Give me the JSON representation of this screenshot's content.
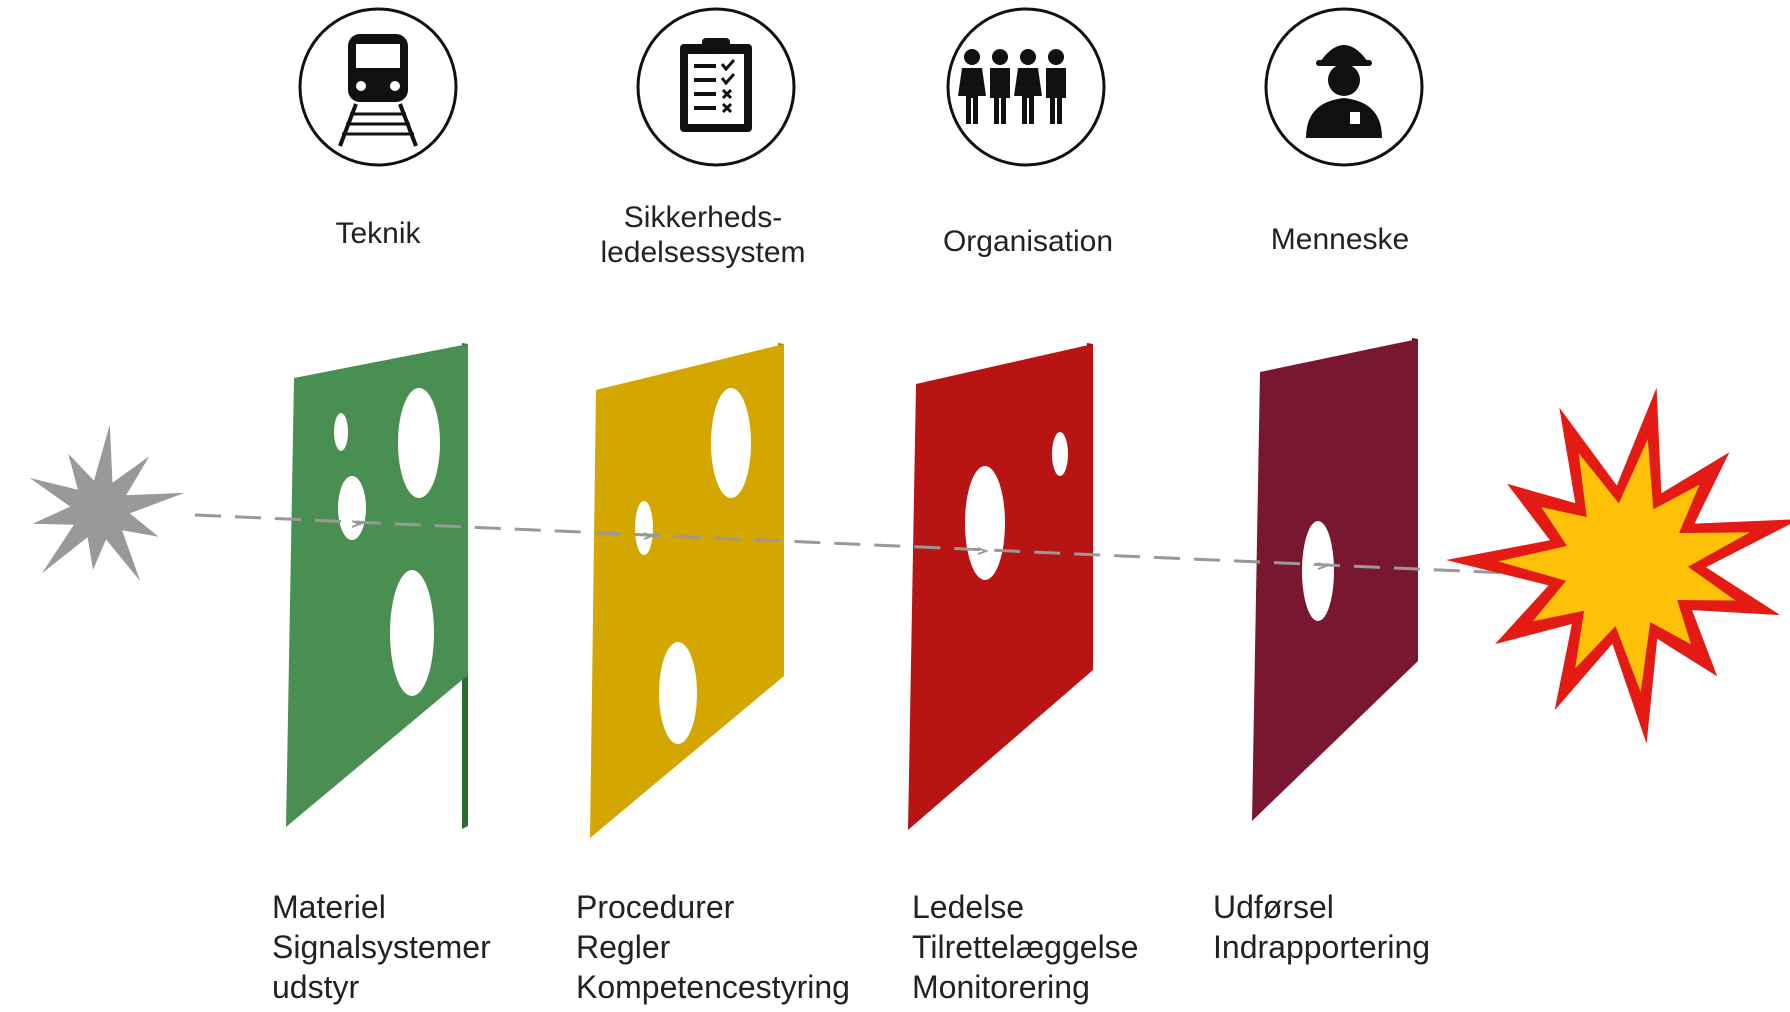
{
  "columns": [
    {
      "id": "teknik",
      "icon": "train-icon",
      "title": [
        "Teknik"
      ],
      "color": "#4a8f52",
      "items": [
        "Materiel",
        "Signalsystemer",
        "udstyr"
      ]
    },
    {
      "id": "sikkerhed",
      "icon": "clipboard-checklist-icon",
      "title": [
        "Sikkerheds-",
        "ledelsessystem"
      ],
      "color": "#d4a600",
      "items": [
        "Procedurer",
        "Regler",
        "Kompetencestyring"
      ]
    },
    {
      "id": "organisation",
      "icon": "people-group-icon",
      "title": [
        "Organisation"
      ],
      "color": "#b81414",
      "items": [
        "Ledelse",
        "Tilrettelæggelse",
        "Monitorering"
      ]
    },
    {
      "id": "menneske",
      "icon": "firefighter-icon",
      "title": [
        "Menneske"
      ],
      "color": "#7a1730",
      "items": [
        "Udførsel",
        "Indrapportering"
      ]
    }
  ],
  "hazard": {
    "icon": "hazard-burst-icon",
    "color": "#999999"
  },
  "accident": {
    "icon": "accident-explosion-icon",
    "outer_color": "#e31b14",
    "inner_color": "#ffc107"
  },
  "trajectory": {
    "color": "#999999"
  }
}
